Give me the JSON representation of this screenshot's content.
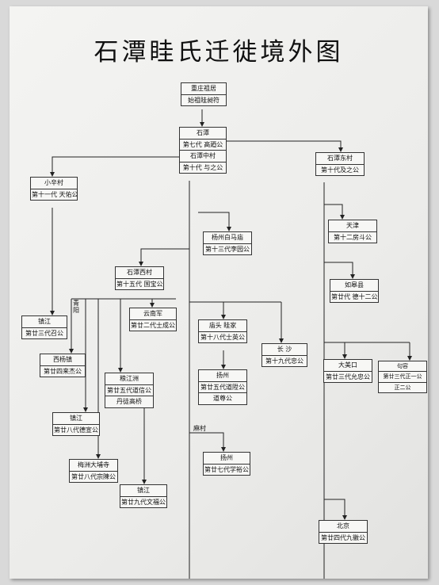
{
  "title": "石潭眭氏迁徙境外图",
  "nodes": {
    "origin": [
      "重庄祖居",
      "始祖眭昶符"
    ],
    "shitan": [
      "石潭",
      "第七代 高廼公",
      "石潭中村",
      "第十代 与之公"
    ],
    "xiaoxincun": [
      "小辛村",
      "第十一代 天佑公"
    ],
    "shitan_east": [
      "石潭东村",
      "第十代及之公"
    ],
    "tianjin": [
      "天津",
      "第十二房斗公"
    ],
    "yangzhou_baima": [
      "杨州白马庙",
      "第十三代李园公"
    ],
    "rugao": [
      "如皋县",
      "第廿代 德十二公"
    ],
    "shitan_west": [
      "石潭西村",
      "第十五代 国宝公"
    ],
    "yunnan": [
      "云南军",
      "第廿二代士成公"
    ],
    "zhenjiang1": [
      "镇江",
      "第廿三代召公"
    ],
    "xiyangzhen": [
      "西杨镇",
      "第廿四来杰公"
    ],
    "yangjiazhou": [
      "粮江洲",
      "第廿五代道信公",
      "丹徒高桥"
    ],
    "miantou": [
      "庙头 眭家",
      "第十八代士英公"
    ],
    "changsha": [
      "长 沙",
      "第十九代忠公"
    ],
    "yangzhou_b": [
      "扬州",
      "第廿五代道陞公",
      "道尊公"
    ],
    "dameikou": [
      "大美口",
      "第廿三代允忠公"
    ],
    "jurong": [
      "句容",
      "第廿三代正一公",
      "正二公"
    ],
    "zhenjiang2": [
      "镇江",
      "第廿八代德宣公"
    ],
    "meizhou": [
      "梅洲大埔寺",
      "第廿八代宗陳公"
    ],
    "zhenjiang3": [
      "镇江",
      "第廿九代文福公"
    ],
    "yangzhou_c": [
      "扬州",
      "第廿七代学裕公"
    ],
    "beijing": [
      "北京",
      "第廿四代九徽公"
    ]
  },
  "labels": {
    "qingyang": "青阳",
    "macun": "麻村"
  }
}
